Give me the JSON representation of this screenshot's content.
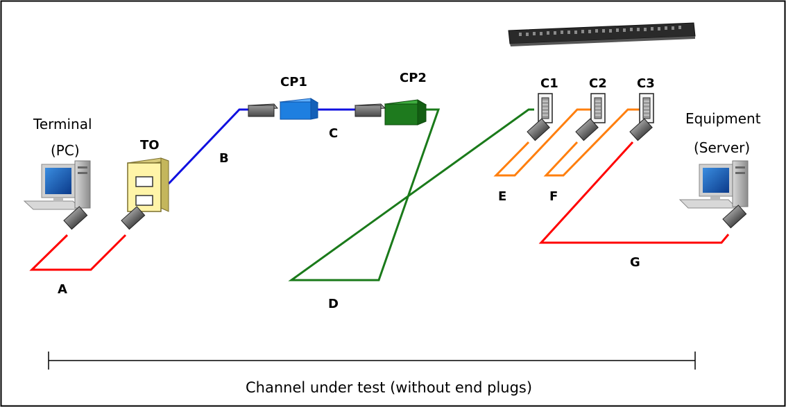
{
  "labels": {
    "terminal": "Terminal",
    "terminal_sub": "(PC)",
    "to": "TO",
    "b": "B",
    "cp1": "CP1",
    "cp2": "CP2",
    "c": "C",
    "c1": "C1",
    "c2": "C2",
    "c3": "C3",
    "equipment": "Equipment",
    "equipment_sub": "(Server)",
    "a": "A",
    "d": "D",
    "e": "E",
    "f": "F",
    "g": "G",
    "caption": "Channel under test (without end plugs)"
  },
  "colors": {
    "red": "#ff0000",
    "blue": "#1010e0",
    "green": "#1a7a1a",
    "orange": "#ff7f0e",
    "plug": "#6e6e6e",
    "cp1": "#1e7fe0",
    "cp2": "#1e7a1e",
    "to_box": "#fff4a8"
  }
}
